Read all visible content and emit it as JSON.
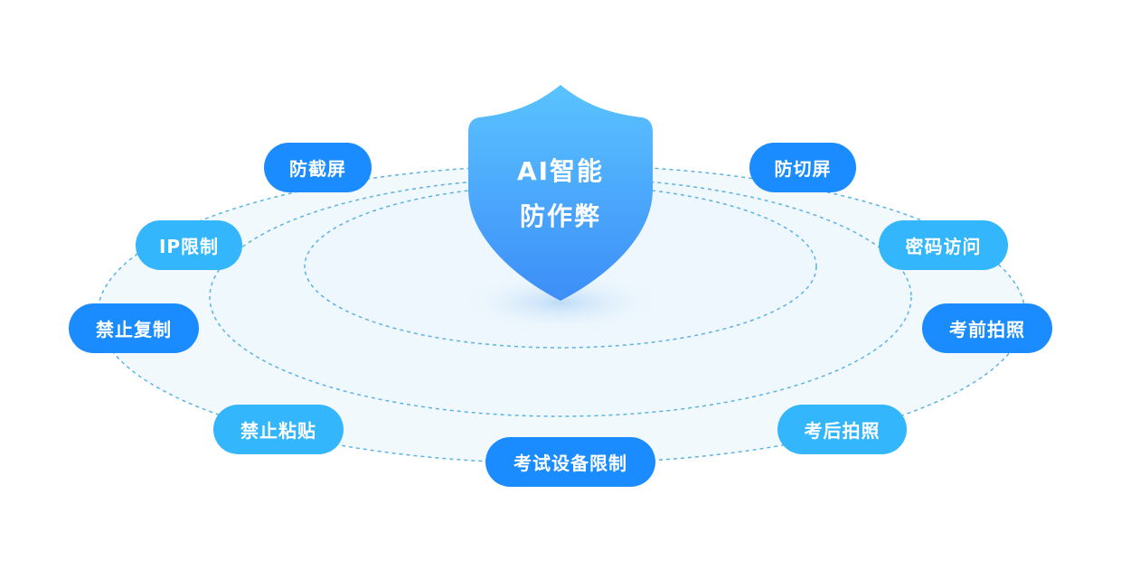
{
  "center": {
    "line1": "AI智能",
    "line2": "防作弊"
  },
  "features": [
    {
      "label": "防截屏",
      "tone": "dark"
    },
    {
      "label": "防切屏",
      "tone": "dark"
    },
    {
      "label": "IP限制",
      "tone": "light"
    },
    {
      "label": "密码访问",
      "tone": "light"
    },
    {
      "label": "禁止复制",
      "tone": "dark"
    },
    {
      "label": "考前拍照",
      "tone": "dark"
    },
    {
      "label": "禁止粘贴",
      "tone": "light"
    },
    {
      "label": "考后拍照",
      "tone": "light"
    },
    {
      "label": "考试设备限制",
      "tone": "dark"
    }
  ],
  "colors": {
    "dark": "#1a8cff",
    "light": "#33b6fc",
    "shield_top": "#5ac3ff",
    "shield_bottom": "#3d8ef8"
  }
}
